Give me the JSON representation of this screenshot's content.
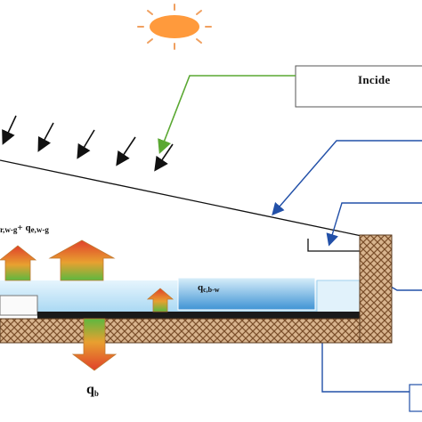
{
  "labels": {
    "incident": "Incide",
    "q_rwg_sub": "r,w-g",
    "plus": "+",
    "q_ewg_sub": "e,w-g",
    "q_cbw_sub": "c,b-w",
    "q_b_sub": "b",
    "q_symbol": "q"
  },
  "colors": {
    "sun": "#ff9a3c",
    "sun_rays": "#f0a060",
    "water": "#bfe3f7",
    "water_panel": "#5aa9df",
    "basin": "#1a1a1a",
    "insulation": "#c9a27c",
    "callout_green": "#5aa832",
    "callout_blue": "#2250a8",
    "arrow_up_top": "#e0402a",
    "arrow_up_bottom": "#5cb840",
    "arrow_down_top": "#5cb840",
    "arrow_down_bottom": "#e0402a"
  },
  "icons": [
    "sun-icon",
    "solar-ray-arrow",
    "heat-flux-arrow"
  ]
}
